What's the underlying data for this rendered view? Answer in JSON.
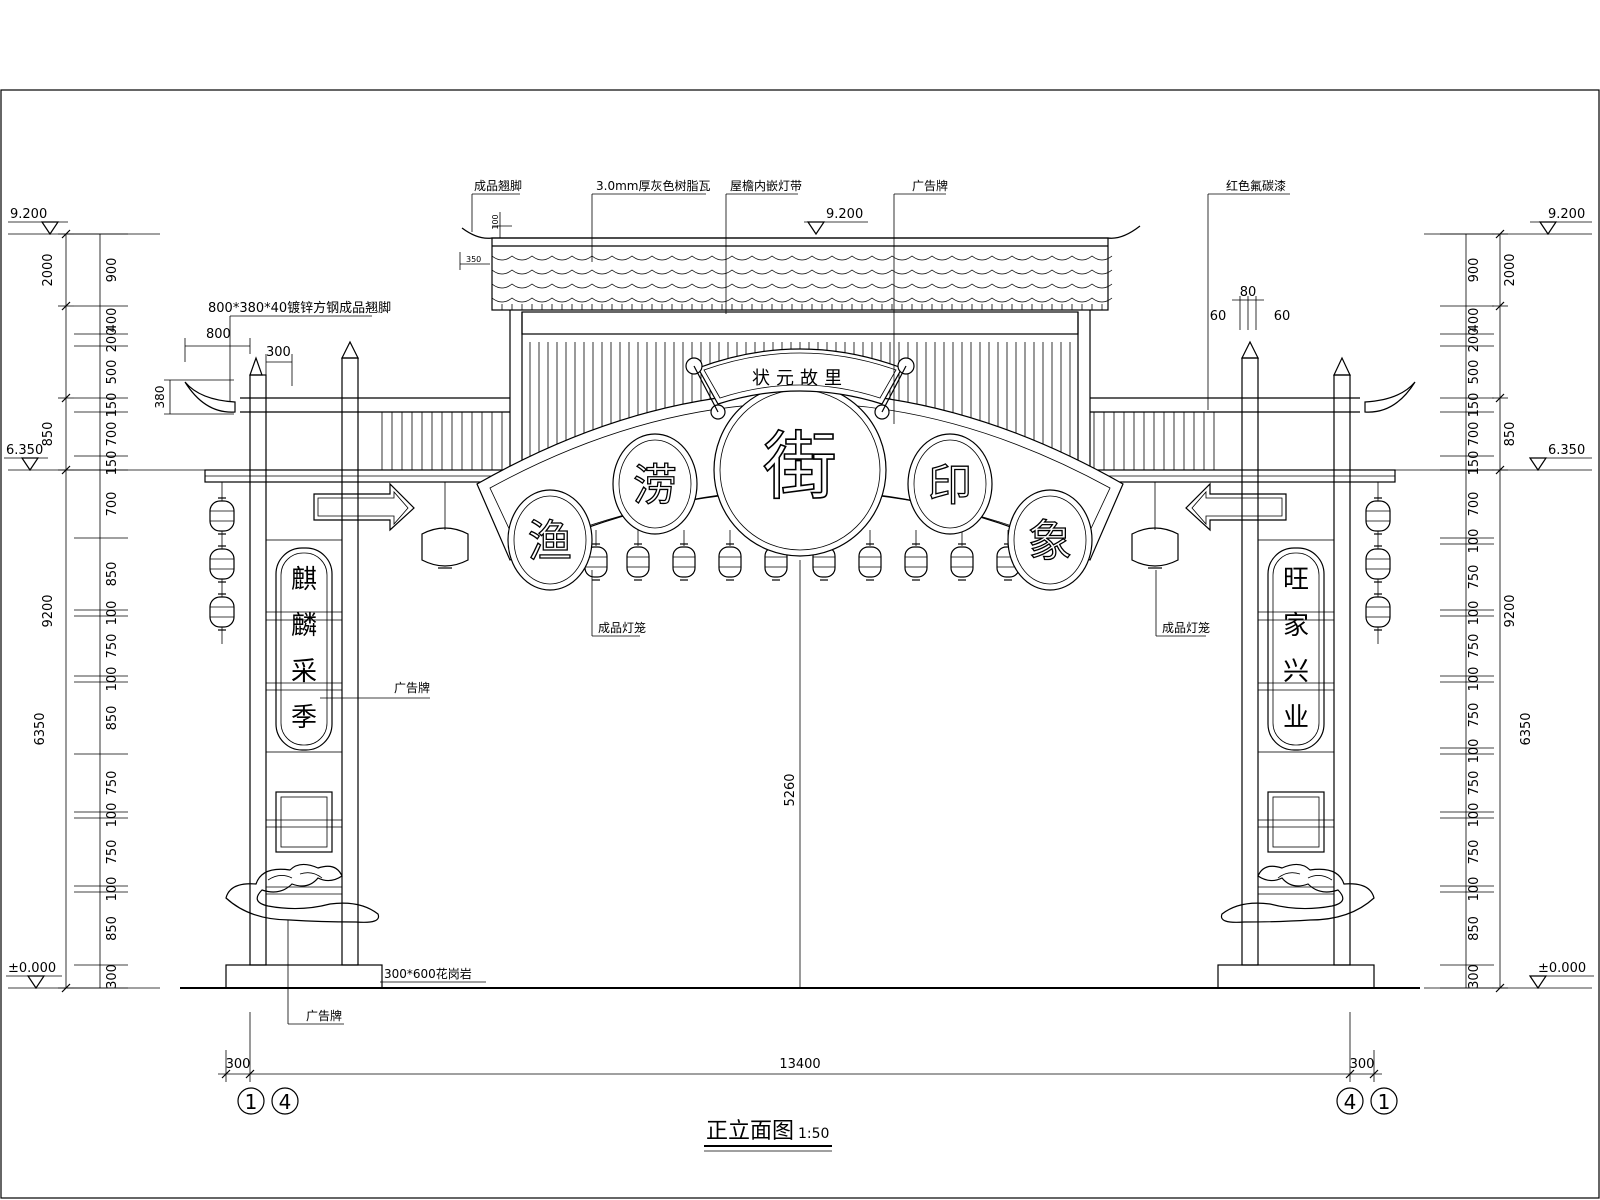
{
  "drawing": {
    "title": "正立面图",
    "scale": "1:50"
  },
  "levels": {
    "top": "9.200",
    "mid": "6.350",
    "ground": "±0.000"
  },
  "left_dims_outer": [
    "2000",
    "850",
    "9200",
    "6350"
  ],
  "left_dims_inner": [
    "900",
    "400",
    "200",
    "500",
    "150",
    "700",
    "150",
    "700",
    "850",
    "100",
    "750",
    "100",
    "850",
    "750",
    "100",
    "750",
    "100",
    "850",
    "300"
  ],
  "right_dims_outer": [
    "2000",
    "850",
    "9200",
    "6350"
  ],
  "right_dims_inner": [
    "900",
    "400",
    "200",
    "500",
    "150",
    "700",
    "150",
    "700",
    "100",
    "750",
    "100",
    "750",
    "100",
    "750",
    "100",
    "750",
    "100",
    "750",
    "100",
    "850",
    "300"
  ],
  "top_dims": {
    "eave_800": "800",
    "post_300": "300",
    "h_380": "380",
    "h_100": "100",
    "w_350": "350",
    "d_80": "80",
    "d_60a": "60",
    "d_60b": "60",
    "center_5260": "5260"
  },
  "bottom_dims": {
    "total": "13400",
    "left": "300",
    "right": "300"
  },
  "axis_labels": [
    "1",
    "4",
    "4",
    "1"
  ],
  "notes": {
    "brace": "成品翘脚",
    "tile": "3.0mm厚灰色树脂瓦",
    "eave_light": "屋檐内嵌灯带",
    "sign_top": "广告牌",
    "red_paint": "红色氟碳漆",
    "steel_brace": "800*380*40镀锌方钢成品翘脚",
    "lantern_left": "成品灯笼",
    "lantern_right": "成品灯笼",
    "sign_left_post": "广告牌",
    "sign_bottom": "广告牌",
    "granite": "300*600花岗岩"
  },
  "signs": {
    "scroll": "状元故里",
    "center": "街",
    "medallions": [
      "渔",
      "涝",
      "印",
      "象"
    ],
    "left_couplet": [
      "麒",
      "麟",
      "采",
      "季"
    ],
    "right_couplet": [
      "旺",
      "家",
      "兴",
      "业"
    ]
  }
}
